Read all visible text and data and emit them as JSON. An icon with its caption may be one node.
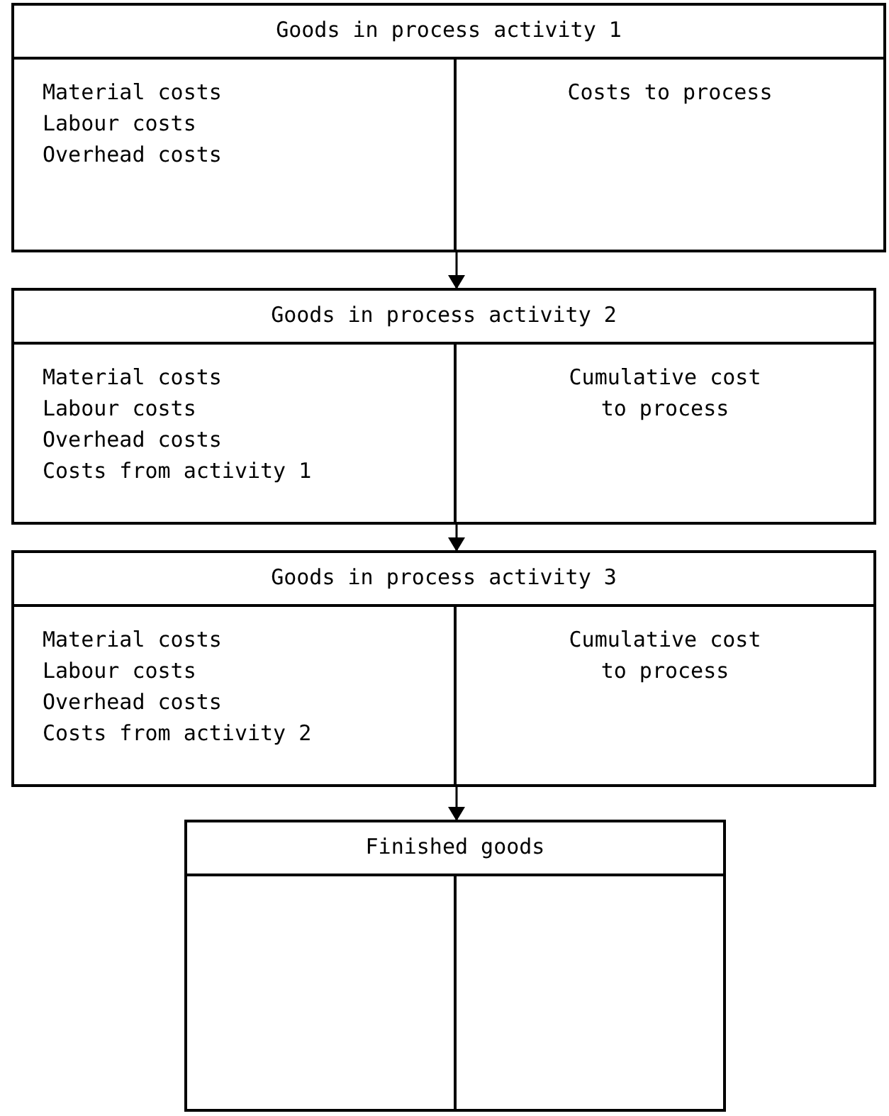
{
  "diagram": {
    "nodes": [
      {
        "text": [
          "Goods in process activity 1"
        ]
      },
      {
        "text": [
          "Material costs",
          "Labour costs",
          "Overhead costs"
        ],
        "in": 0
      },
      {
        "text": [
          "Costs to process"
        ],
        "in": 0
      },
      {
        "text": [
          "Goods in process activity 2"
        ]
      },
      {
        "text": [
          "Material costs",
          "Labour costs",
          "Overhead costs",
          "Costs from activity 1"
        ],
        "in": 3
      },
      {
        "text": [
          "Cumulative cost to process"
        ],
        "in": 3
      },
      {
        "text": [
          "Goods in process activity 3"
        ]
      },
      {
        "text": [
          "Material costs",
          "Labour costs",
          "Overhead costs",
          "Costs from activity 2"
        ],
        "in": 6
      },
      {
        "text": [
          "Cumulative cost to process"
        ],
        "in": 6
      },
      {
        "text": [
          "Finished goods"
        ]
      },
      {
        "text": [],
        "shape": "box",
        "in": 9
      },
      {
        "text": [],
        "shape": "box",
        "in": 9
      }
    ],
    "edges": [
      {
        "from": 0,
        "to": 3,
        "arrow": "to"
      },
      {
        "from": 3,
        "to": 6,
        "arrow": "to"
      },
      {
        "from": 6,
        "to": 9,
        "arrow": "to"
      }
    ]
  }
}
